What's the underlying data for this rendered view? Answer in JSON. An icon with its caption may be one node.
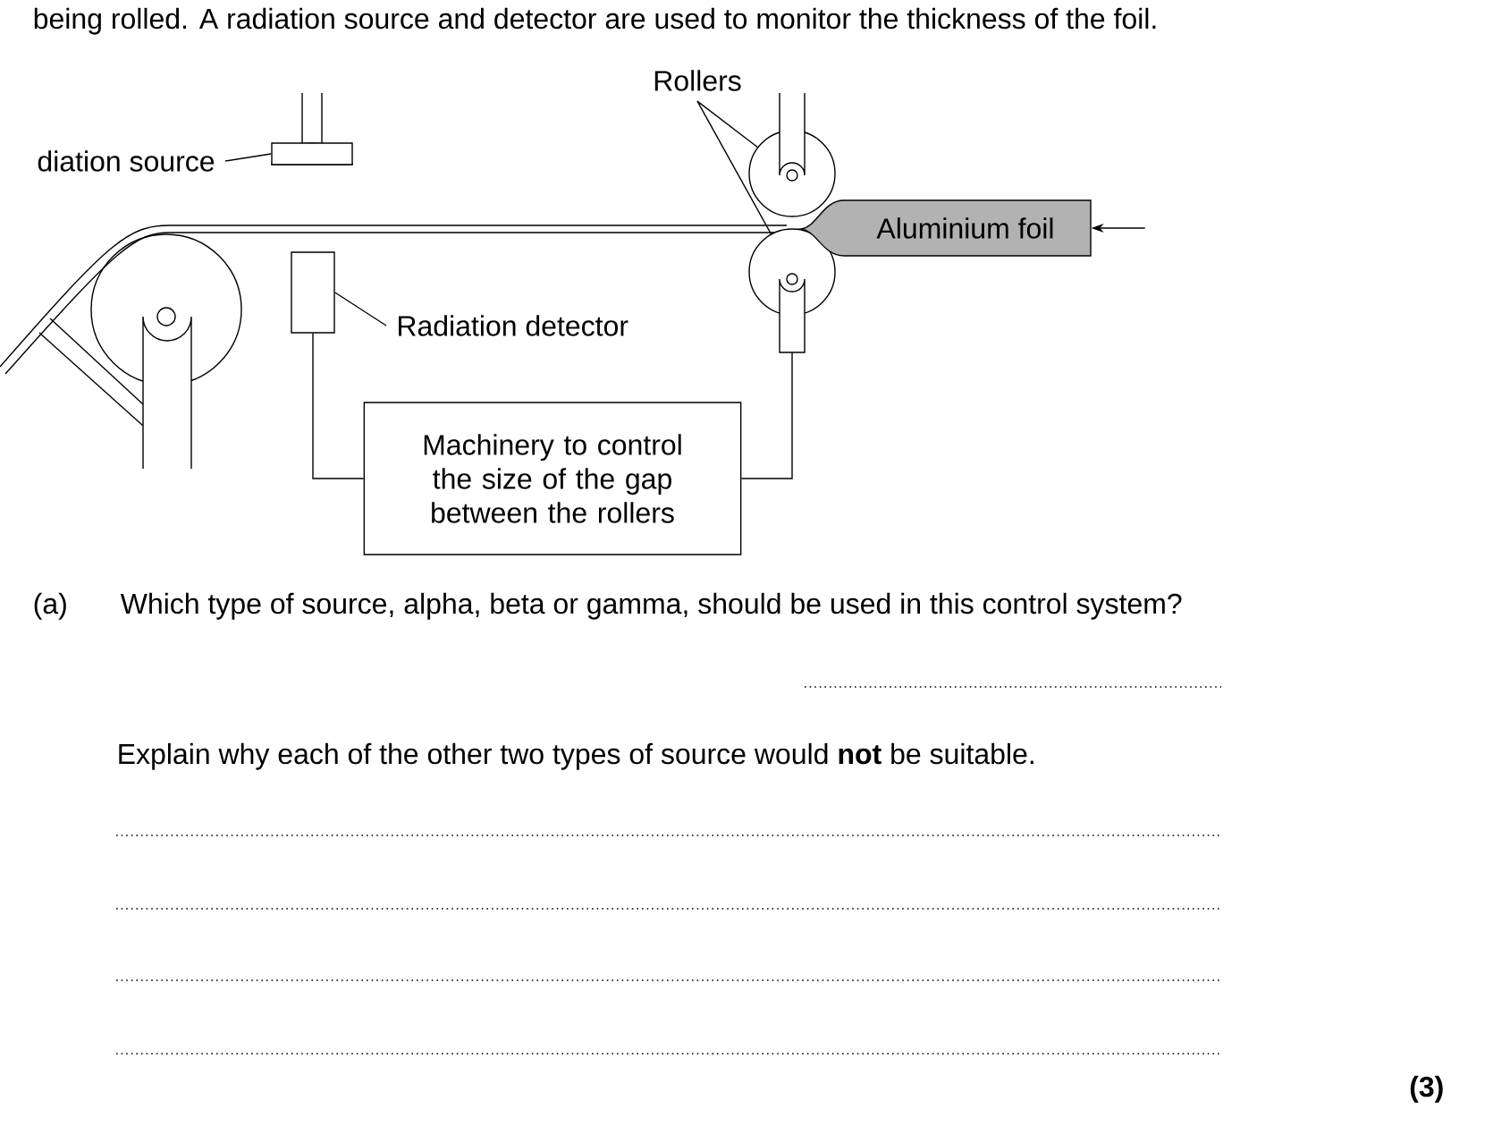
{
  "diagram": {
    "nodes": [
      {
        "text": [
          "Rollers"
        ]
      },
      {
        "text": [],
        "shape": "circle"
      },
      {
        "text": [],
        "shape": "circle"
      },
      {
        "text": [
          "diation source"
        ]
      },
      {
        "text": [],
        "shape": "box"
      },
      {
        "text": [
          "Radiation detector"
        ]
      },
      {
        "text": [],
        "shape": "box"
      },
      {
        "text": [
          "Machinery to control the size of the gap between the rollers"
        ]
      },
      {
        "text": [
          "Aluminium foil"
        ]
      }
    ],
    "edges": [
      {
        "from": 0,
        "to": 1,
        "arrow": "none"
      },
      {
        "from": 0,
        "to": 2,
        "arrow": "none"
      },
      {
        "from": 3,
        "to": 4,
        "arrow": "none"
      },
      {
        "from": 5,
        "to": 6,
        "arrow": "none"
      },
      {
        "from": 6,
        "to": 7,
        "arrow": "none"
      },
      {
        "from": 2,
        "to": 7,
        "arrow": "none"
      },
      {
        "from": null,
        "to": 8,
        "arrow": "to"
      }
    ],
    "labels": [
      "being rolled. A radiation source and detector are used to monitor the thickness of the foil.",
      "(a)",
      "Which type of source, alpha, beta or gamma, should be used in this control system?",
      "Explain why each of the other two types of source would **not** be suitable.",
      "(3)"
    ]
  }
}
